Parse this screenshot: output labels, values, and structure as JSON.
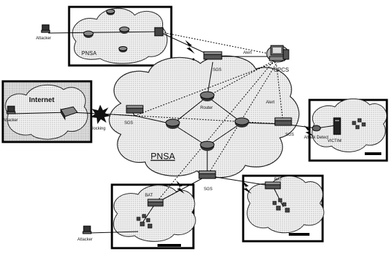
{
  "labels": {
    "pnsa_top": "PNSA",
    "pnsa_main": "PNSA",
    "internet": "Internet",
    "blocking": "Blocking",
    "cpcs": "CPCS",
    "alert_top": "Alert",
    "alert_right": "Alert",
    "router": "Router",
    "sgs_top": "SGS",
    "sgs_left": "SGS",
    "sgs_right": "SGS",
    "sgs_bottom": "SGS",
    "attack_detect": "Attack Detect",
    "victim": "VICTIM",
    "bat_left": "BAT",
    "bat_right": "BAT",
    "attacker_top": "Attacker",
    "attacker_left": "Attacker",
    "attacker_bottom": "Attacker"
  }
}
